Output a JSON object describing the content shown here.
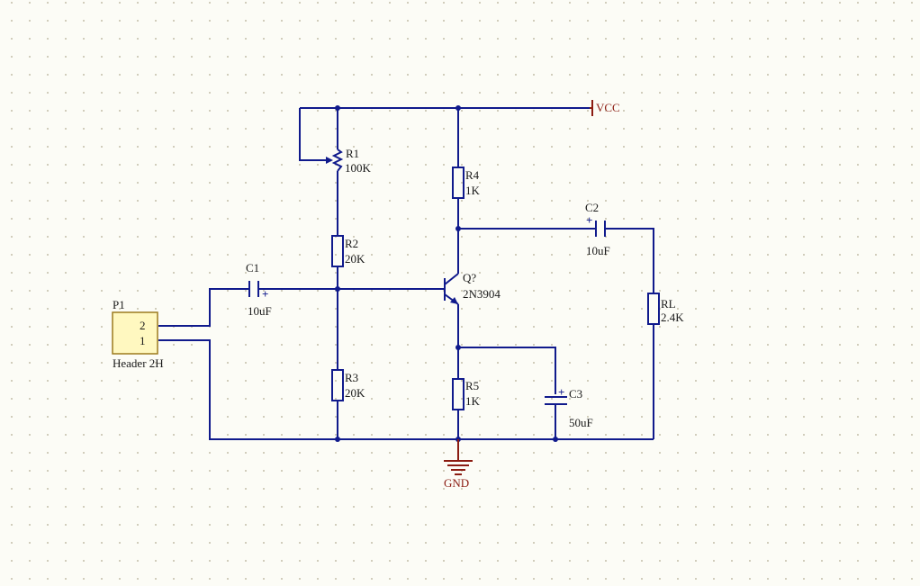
{
  "power": {
    "vcc": "VCC",
    "gnd": "GND"
  },
  "components": {
    "r1": {
      "designator": "R1",
      "value": "100K"
    },
    "r2": {
      "designator": "R2",
      "value": "20K"
    },
    "r3": {
      "designator": "R3",
      "value": "20K"
    },
    "r4": {
      "designator": "R4",
      "value": "1K"
    },
    "r5": {
      "designator": "R5",
      "value": "1K"
    },
    "rl": {
      "designator": "RL",
      "value": "2.4K"
    },
    "c1": {
      "designator": "C1",
      "value": "10uF",
      "polarity": "+"
    },
    "c2": {
      "designator": "C2",
      "value": "10uF",
      "polarity": "+"
    },
    "c3": {
      "designator": "C3",
      "value": "50uF",
      "polarity": "+"
    },
    "q": {
      "designator": "Q?",
      "value": "2N3904"
    },
    "p1": {
      "designator": "P1",
      "value": "Header 2H",
      "pins": [
        "2",
        "1"
      ]
    }
  },
  "colors": {
    "wire": "#101a8c",
    "power": "#8b1c12",
    "header_fill": "#fff8c0",
    "header_border": "#9c7a1e",
    "background": "#fcfcf6"
  }
}
